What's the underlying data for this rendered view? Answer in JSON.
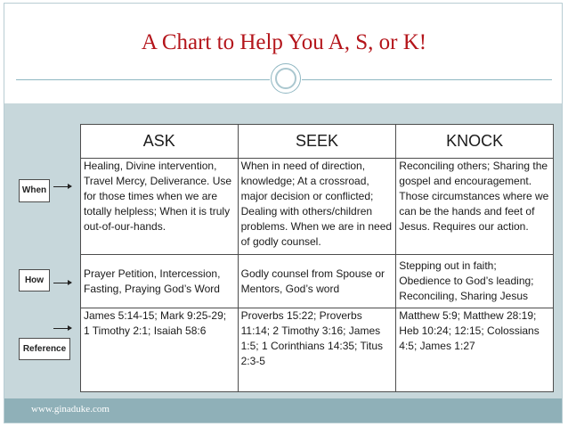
{
  "title": "A Chart to Help You A, S, or K!",
  "columns": [
    "ASK",
    "SEEK",
    "KNOCK"
  ],
  "row_labels": [
    "When",
    "How",
    "Reference"
  ],
  "rows": [
    {
      "key": "when",
      "cells": [
        "Healing, Divine intervention, Travel Mercy, Deliverance.  Use for those times when we are totally helpless; When it is truly out-of-our-hands.",
        "When in need of direction, knowledge; At a crossroad, major decision or conflicted; Dealing with others/children problems. When we are in need of godly counsel.",
        "Reconciling others; Sharing the gospel and encouragement. Those circumstances where we can be the hands and feet of Jesus. Requires our action."
      ]
    },
    {
      "key": "how",
      "cells": [
        "Prayer Petition, Intercession, Fasting, Praying God’s Word",
        "Godly counsel from Spouse or Mentors, God’s word",
        "Stepping out in faith; Obedience to God’s leading; Reconciling, Sharing Jesus"
      ]
    },
    {
      "key": "reference",
      "cells": [
        "James 5:14-15;  Mark 9:25-29; 1 Timothy 2:1; Isaiah 58:6",
        "Proverbs 15:22; Proverbs 11:14; 2 Timothy 3:16; James 1:5; 1 Corinthians 14:35; Titus 2:3-5",
        "Matthew 5:9; Matthew 28:19; Heb 10:24; 12:15; Colossians 4:5; James 1:27"
      ]
    }
  ],
  "footer": "www.ginaduke.com"
}
